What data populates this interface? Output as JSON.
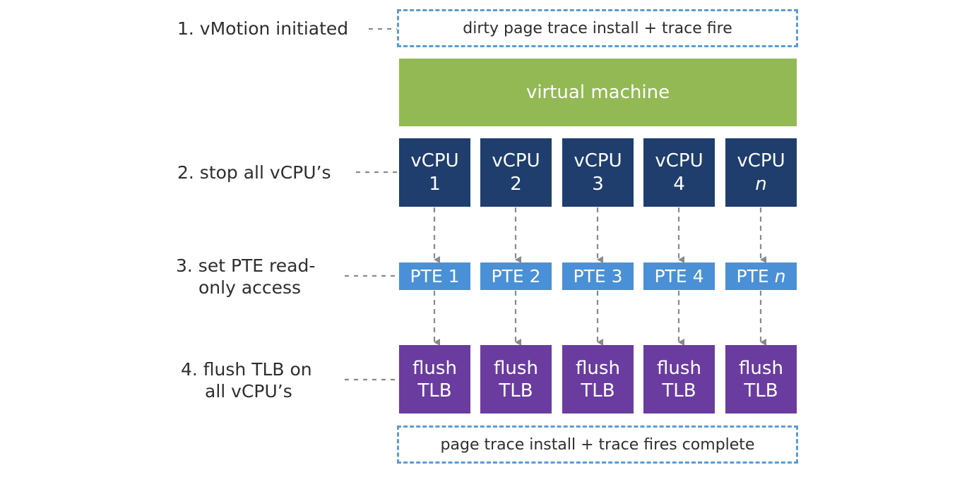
{
  "steps": [
    {
      "line1": "1. vMotion initiated",
      "line2": ""
    },
    {
      "line1": "2. stop all vCPU’s",
      "line2": ""
    },
    {
      "line1": "3. set PTE read-",
      "line2": "only access"
    },
    {
      "line1": "4. flush TLB on",
      "line2": "all vCPU’s"
    }
  ],
  "top_box": "dirty page trace install + trace fire",
  "vm_label": "virtual machine",
  "vcpus": [
    {
      "label": "vCPU",
      "id": "1"
    },
    {
      "label": "vCPU",
      "id": "2"
    },
    {
      "label": "vCPU",
      "id": "3"
    },
    {
      "label": "vCPU",
      "id": "4"
    },
    {
      "label": "vCPU",
      "id": "n"
    }
  ],
  "ptes": [
    {
      "label": "PTE",
      "id": "1"
    },
    {
      "label": "PTE",
      "id": "2"
    },
    {
      "label": "PTE",
      "id": "3"
    },
    {
      "label": "PTE",
      "id": "4"
    },
    {
      "label": "PTE",
      "id": "n"
    }
  ],
  "flush": [
    {
      "line1": "flush",
      "line2": "TLB"
    },
    {
      "line1": "flush",
      "line2": "TLB"
    },
    {
      "line1": "flush",
      "line2": "TLB"
    },
    {
      "line1": "flush",
      "line2": "TLB"
    },
    {
      "line1": "flush",
      "line2": "TLB"
    }
  ],
  "bottom_box": "page trace install + trace fires complete",
  "colors": {
    "dashed_border": "#5b9bd8",
    "vm": "#93b954",
    "vcpu": "#1f3e6e",
    "pte": "#4a90d6",
    "flush": "#6a3ca0",
    "connector": "#8a8a8a"
  }
}
